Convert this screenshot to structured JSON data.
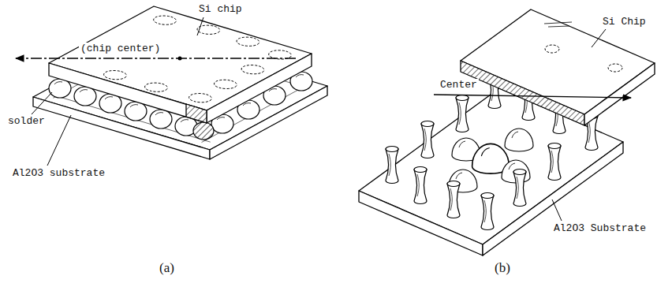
{
  "diagram": {
    "labels": [
      "Si chip",
      "(chip center)",
      "solder",
      "Al2O3 substrate",
      "(a)",
      "Si Chip",
      "Center",
      "Al2O3 Substrate",
      "(b)"
    ]
  }
}
